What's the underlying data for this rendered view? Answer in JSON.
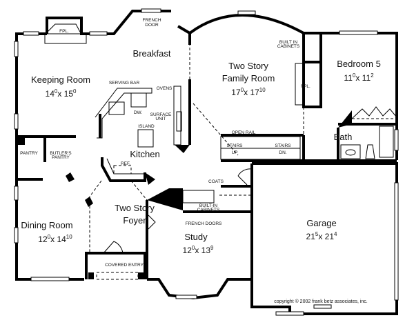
{
  "rooms": {
    "keeping": {
      "name": "Keeping Room",
      "w": "14",
      "wsup": "0",
      "l": "15",
      "lsup": "0"
    },
    "breakfast": {
      "name": "Breakfast"
    },
    "kitchen": {
      "name": "Kitchen"
    },
    "family": {
      "line1": "Two Story",
      "line2": "Family Room",
      "w": "17",
      "wsup": "0",
      "l": "17",
      "lsup": "10"
    },
    "bedroom5": {
      "name": "Bedroom 5",
      "w": "11",
      "wsup": "0",
      "l": "11",
      "lsup": "2"
    },
    "bath": {
      "name": "Bath"
    },
    "dining": {
      "name": "Dining Room",
      "w": "12",
      "wsup": "0",
      "l": "14",
      "lsup": "10"
    },
    "foyer": {
      "line1": "Two Story",
      "line2": "Foyer"
    },
    "study": {
      "name": "Study",
      "w": "12",
      "wsup": "0",
      "l": "13",
      "lsup": "9"
    },
    "garage": {
      "name": "Garage",
      "w": "21",
      "wsup": "5",
      "l": "21",
      "lsup": "4"
    }
  },
  "labels": {
    "fpl_keeping": "FPL.",
    "french_door_1": "FRENCH",
    "french_door_2": "DOOR",
    "serving_bar": "SERVING BAR",
    "ovens": "OVENS",
    "dw": "DW.",
    "surface_1": "SURFACE",
    "surface_2": "UNIT",
    "island": "ISLAND",
    "ref": "REF.",
    "pantry": "PANTRY",
    "butlers_1": "BUTLER'S",
    "butlers_2": "PANTRY",
    "built_in_1": "BUILT IN",
    "built_in_2": "CABINETS",
    "fpl_family": "FPL.",
    "open_rail": "OPEN RAIL",
    "stairs_up_1": "STAIRS",
    "stairs_up_2": "UP",
    "stairs_dn_1": "STAIRS",
    "stairs_dn_2": "DN.",
    "coats": "COATS",
    "built_in_study_1": "BUILT-IN",
    "built_in_study_2": "CABINETS",
    "french_doors": "FRENCH DOORS",
    "covered_entry": "COVERED ENTRY",
    "copyright": "copyright © 2002 frank betz associates, inc."
  }
}
